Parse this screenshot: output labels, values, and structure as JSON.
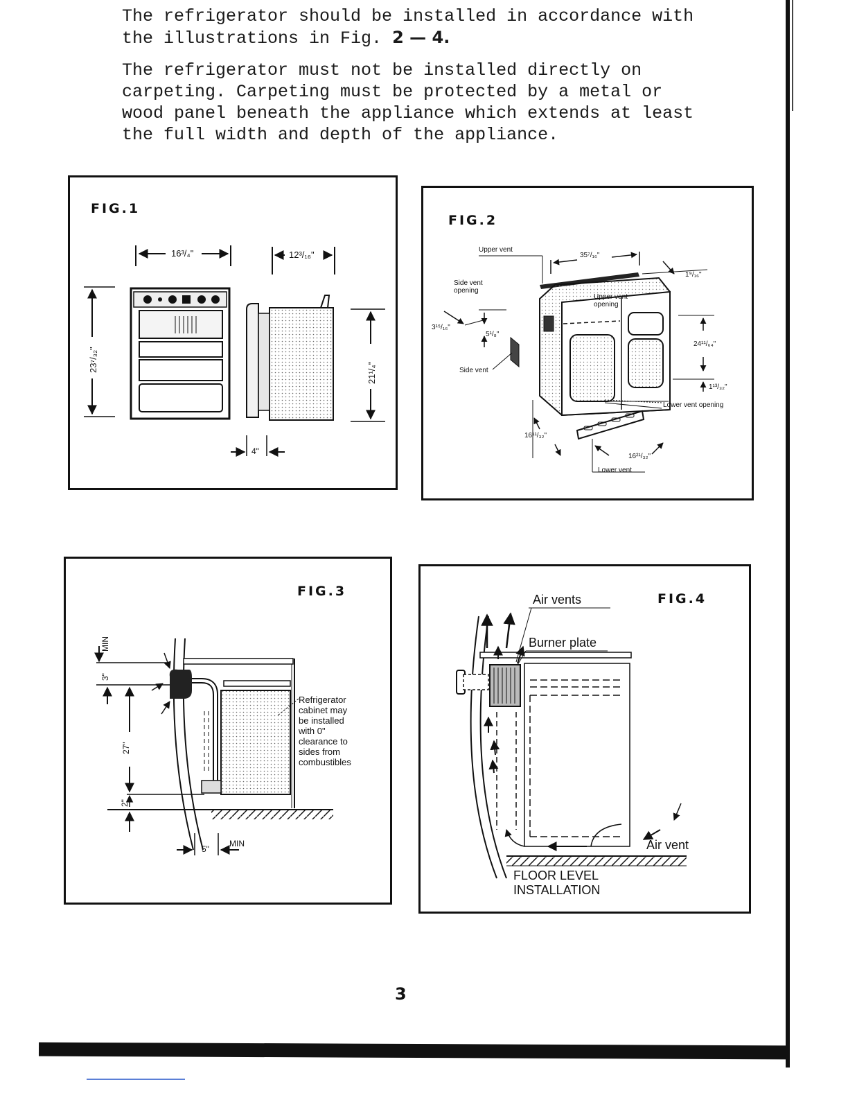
{
  "intro": {
    "para1_text": "The refrigerator should be installed in accordance with\nthe illustrations in Fig.",
    "para1_figref": "2 — 4.",
    "para2_text": "The refrigerator must not be installed directly on\ncarpeting. Carpeting must be protected by a metal or\nwood panel beneath the appliance which extends at least\nthe full width and depth of the appliance."
  },
  "fig1": {
    "label": "FIG.1",
    "dim_width": "16³/₄\"",
    "dim_depth": "12³/₁₆\"",
    "dim_height_front": "23⁷/₃₂\"",
    "dim_height_side": "21¹/₄\"",
    "dim_bottom": "4\""
  },
  "fig2": {
    "label": "FIG.2",
    "upper_vent": "Upper vent",
    "dim_upper_vent_width": "35⁷/₁₆\"",
    "dim_upper_right": "1⁹/₁₆\"",
    "side_vent_opening": "Side vent\nopening",
    "upper_vent_opening": "Upper vent\nopening",
    "dim_side_left": "3¹⁵/₁₆\"",
    "dim_side_small": "5¹/₈\"",
    "side_vent": "Side vent",
    "dim_height": "24¹¹/₆₄\"",
    "dim_lower_small": "1¹³/₃₂\"",
    "lower_vent_opening": "Lower vent opening",
    "dim_lower_depth": "16¹¹/₃₂\"",
    "dim_lower_width": "16²¹/₃₂\"",
    "lower_vent": "Lower vent"
  },
  "fig3": {
    "label": "FIG.3",
    "min_top": "MIN",
    "dim_3": "3\"",
    "dim_27": "27\"",
    "dim_2": "2\"",
    "dim_5": "5\"",
    "min_bottom": "MIN",
    "cabinet_note": "Refrigerator\ncabinet may\nbe installed\nwith 0\"\nclearance to\nsides from\ncombustibles"
  },
  "fig4": {
    "label": "FIG.4",
    "air_vents": "Air vents",
    "burner_plate": "Burner plate",
    "air_vent": "Air vent",
    "floor_level": "FLOOR LEVEL\nINSTALLATION"
  },
  "page_number": "3"
}
